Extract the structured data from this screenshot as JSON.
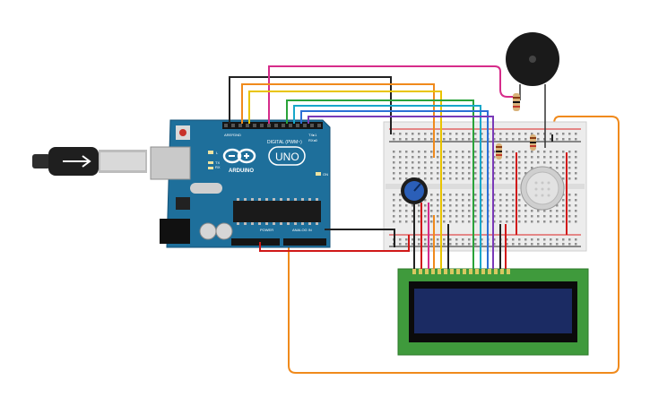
{
  "board": {
    "brand": "ARDUINO",
    "model": "UNO",
    "digital_label": "DIGITAL (PWM~)",
    "power_label": "POWER",
    "analog_label": "ANALOG IN",
    "on_label": "ON",
    "led_l_label": "L",
    "led_tx_label": "TX",
    "led_rx_label": "RX",
    "aref_label": "AREF",
    "gnd_label": "GND",
    "tx_pin_label": "TX▸1",
    "rx_pin_label": "RX◂0"
  },
  "colors": {
    "arduino_teal": "#1e6f9b",
    "breadboard": "#ececec",
    "lcd_pcb": "#3f9a3c",
    "lcd_screen": "#1b2b63",
    "wire_red": "#d01818",
    "wire_black": "#222222",
    "wire_magenta": "#d62c8a",
    "wire_orange": "#f08a1c",
    "wire_yellow": "#e9c400",
    "wire_green": "#2aa33a",
    "wire_cyan": "#17a7c9",
    "wire_blue": "#2b6fd6",
    "wire_purple": "#7a3ab8"
  },
  "components": {
    "usb_cable": "usb-cable",
    "buzzer": "piezo-buzzer",
    "potentiometer": "potentiometer",
    "gas_sensor": "gas-sensor",
    "lcd": "lcd-16x2",
    "resistors": "resistor"
  }
}
